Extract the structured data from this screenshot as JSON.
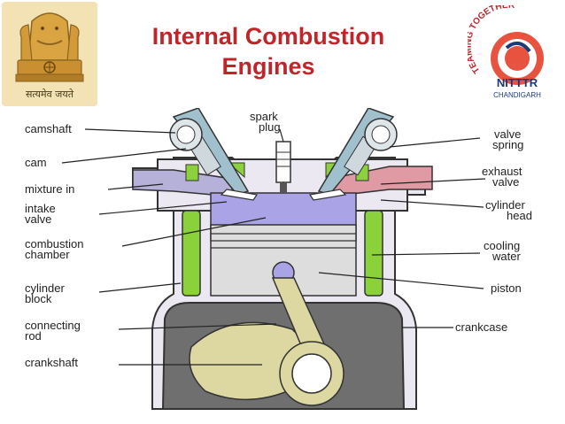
{
  "header": {
    "title_line1": "Internal Combustion",
    "title_line2": "Engines",
    "left_logo_caption": "सत्यमेव जयते",
    "right_logo_arc": "TEAMING TOGETHER",
    "right_logo_name": "NITTTR",
    "right_logo_city": "CHANDIGARH"
  },
  "colors": {
    "title": "#c0252a",
    "coolant": "#8bd13c",
    "cylinder_wall": "#ebe8f2",
    "combustion_chamber": "#aaa4e6",
    "piston": "#dddddd",
    "crankcase": "#6f6f6f",
    "connecting_rod": "#ddd8a2",
    "exhaust": "#e09aa4",
    "cam": "#9fc0cc"
  },
  "labels": {
    "camshaft": "camshaft",
    "spark_plug_1": "spark",
    "spark_plug_2": "plug",
    "valve_spring_1": "valve",
    "valve_spring_2": "spring",
    "cam": "cam",
    "exhaust_valve_1": "exhaust",
    "exhaust_valve_2": "valve",
    "mixture_in": "mixture in",
    "intake_valve_1": "intake",
    "intake_valve_2": "valve",
    "cylinder_head_1": "cylinder",
    "cylinder_head_2": "head",
    "combustion_chamber_1": "combustion",
    "combustion_chamber_2": "chamber",
    "cooling_water_1": "cooling",
    "cooling_water_2": "water",
    "cylinder_block_1": "cylinder",
    "cylinder_block_2": "block",
    "piston": "piston",
    "connecting_rod_1": "connecting",
    "connecting_rod_2": "rod",
    "crankcase": "crankcase",
    "crankshaft": "crankshaft"
  }
}
